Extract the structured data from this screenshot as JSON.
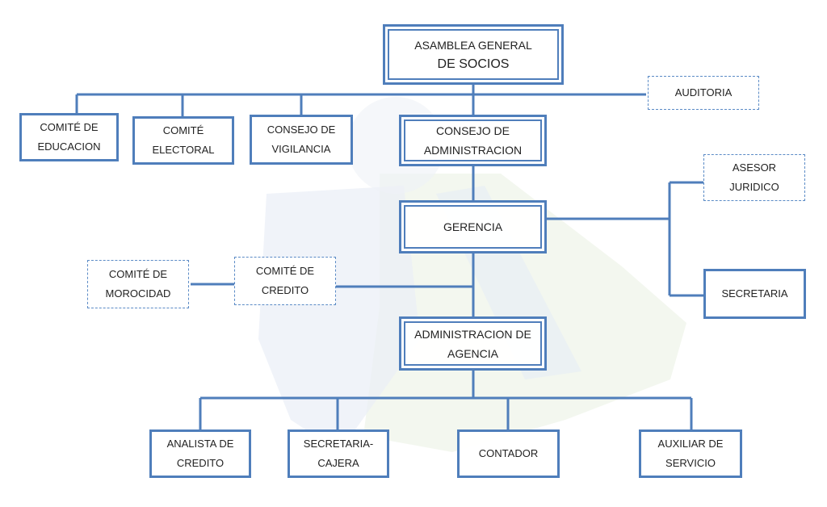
{
  "colors": {
    "line": "#4f7ebb",
    "dashed_border": "#5b8bc6",
    "text": "#222222"
  },
  "nodes": {
    "asamblea": {
      "line1": "ASAMBLEA GENERAL",
      "line2": "DE SOCIOS"
    },
    "auditoria": {
      "line1": "AUDITORIA"
    },
    "comite_educacion": {
      "line1": "COMITÉ DE",
      "line2": "EDUCACION"
    },
    "comite_electoral": {
      "line1": "COMITÉ",
      "line2": "ELECTORAL"
    },
    "consejo_vigilancia": {
      "line1": "CONSEJO DE",
      "line2": "VIGILANCIA"
    },
    "consejo_administracion": {
      "line1": "CONSEJO DE",
      "line2": "ADMINISTRACION"
    },
    "asesor_juridico": {
      "line1": "ASESOR",
      "line2": "JURIDICO"
    },
    "gerencia": {
      "line1": "GERENCIA"
    },
    "comite_morocidad": {
      "line1": "COMITÉ DE",
      "line2": "MOROCIDAD"
    },
    "comite_credito": {
      "line1": "COMITÉ DE",
      "line2": "CREDITO"
    },
    "secretaria": {
      "line1": "SECRETARIA"
    },
    "administracion_agencia": {
      "line1": "ADMINISTRACION DE",
      "line2": "AGENCIA"
    },
    "analista_credito": {
      "line1": "ANALISTA DE",
      "line2": "CREDITO"
    },
    "secretaria_cajera": {
      "line1": "SECRETARIA-",
      "line2": "CAJERA"
    },
    "contador": {
      "line1": "CONTADOR"
    },
    "auxiliar_servicio": {
      "line1": "AUXILIAR DE",
      "line2": "SERVICIO"
    }
  }
}
